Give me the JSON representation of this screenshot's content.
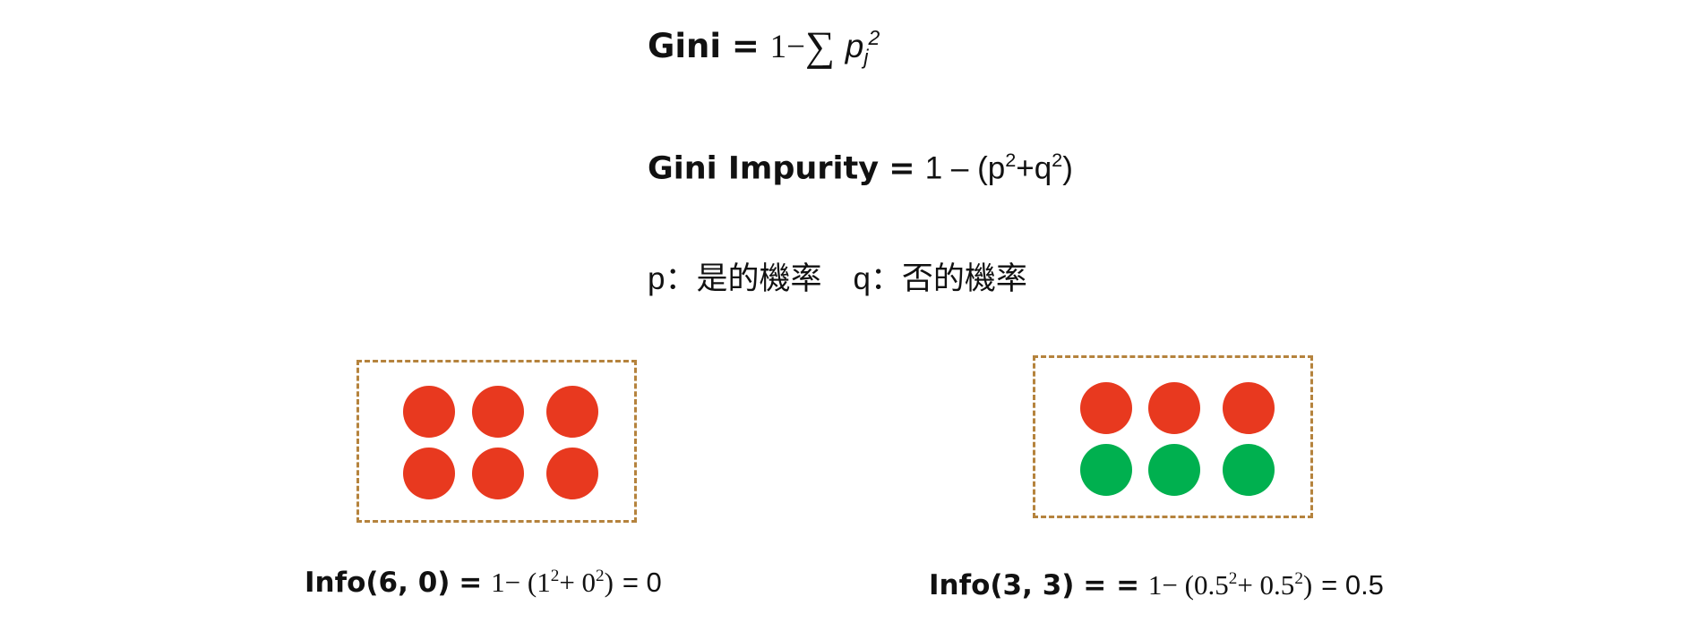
{
  "formulas": {
    "gini": {
      "label": "Gini",
      "eq": "=",
      "one": "1",
      "minus": "−",
      "sigma": "∑",
      "p": "p",
      "sub": "j",
      "sup": "2"
    },
    "gini_impurity": {
      "label": "Gini Impurity",
      "eq": "=",
      "lead": "1 – (p",
      "sup_p": "2",
      "plus_q": "+q",
      "sup_q": "2",
      "close": ")"
    },
    "legend": {
      "text": "p：是的機率　q：否的機率"
    }
  },
  "colors": {
    "red": "#E8391F",
    "green": "#00B04F",
    "box_border": "#B5833D"
  },
  "left_example": {
    "dots": [
      "red",
      "red",
      "red",
      "red",
      "red",
      "red"
    ],
    "label": "Info(6, 0)",
    "eq": "=",
    "expr_a": "1− (1",
    "sup_a": "2",
    "expr_b": "+ 0",
    "sup_b": "2",
    "expr_c": ")",
    "result": "= 0"
  },
  "right_example": {
    "dots": [
      "red",
      "red",
      "red",
      "green",
      "green",
      "green"
    ],
    "label": "Info(3, 3)",
    "eq": "= =",
    "expr_a": "1− (0.5",
    "sup_a": "2",
    "expr_b": "+ 0.5",
    "sup_b": "2",
    "expr_c": ")",
    "result": "= 0.5"
  }
}
